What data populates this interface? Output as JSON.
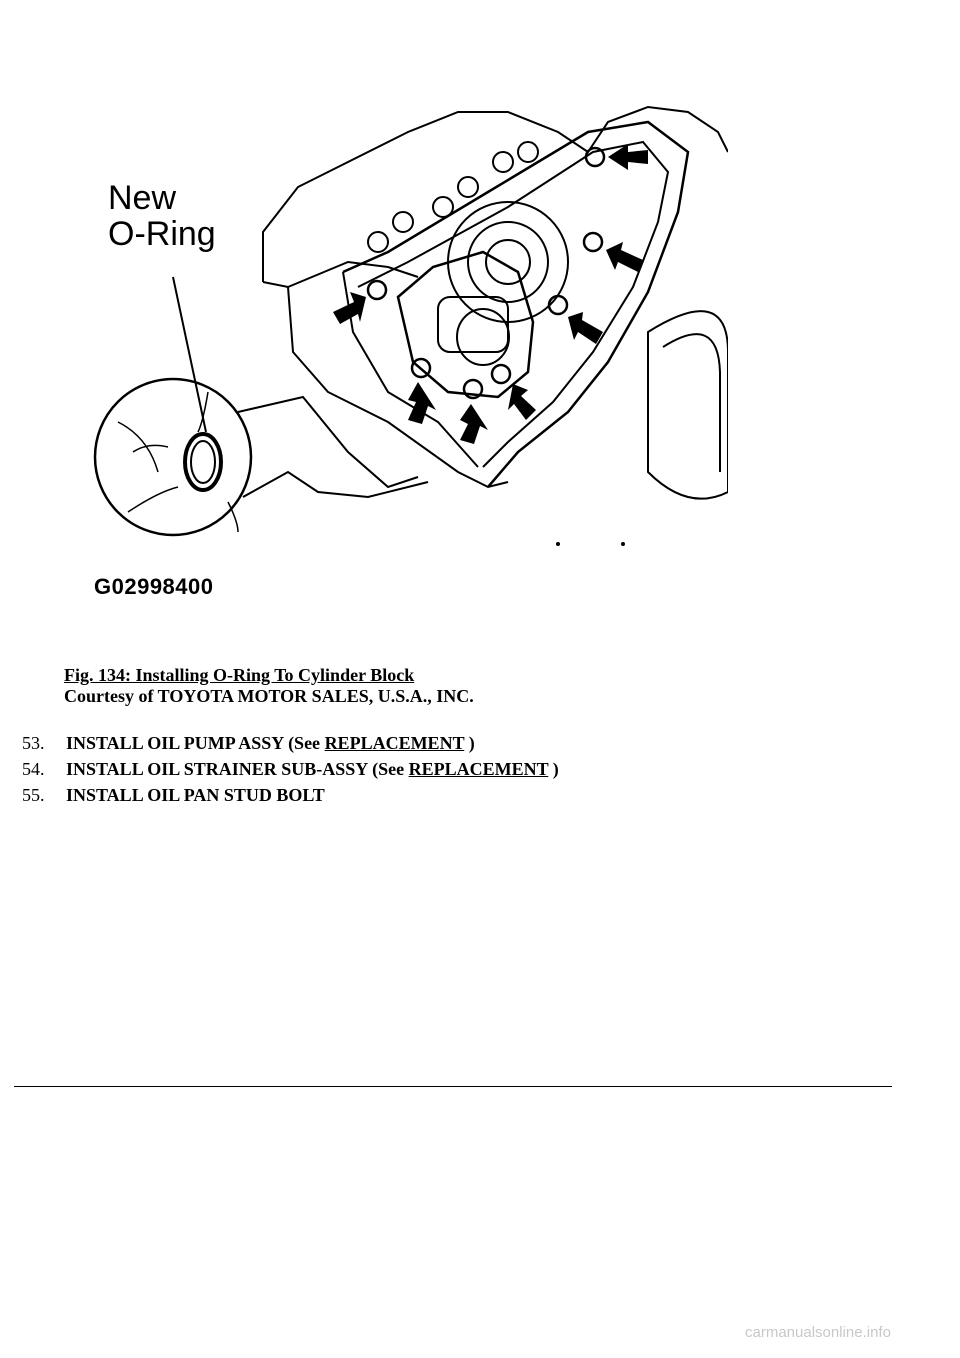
{
  "figure": {
    "label_line1": "New",
    "label_line2": "O-Ring",
    "code": "G02998400"
  },
  "caption": {
    "title": "Fig. 134: Installing O-Ring To Cylinder Block",
    "credit": "Courtesy of TOYOTA MOTOR SALES, U.S.A., INC."
  },
  "steps": [
    {
      "num": "53.",
      "text": "INSTALL OIL PUMP ASSY (See ",
      "link": "REPLACEMENT",
      "tail": " )"
    },
    {
      "num": "54.",
      "text": "INSTALL OIL STRAINER SUB-ASSY (See ",
      "link": "REPLACEMENT",
      "tail": " )"
    },
    {
      "num": "55.",
      "text": "INSTALL OIL PAN STUD BOLT",
      "link": "",
      "tail": ""
    }
  ],
  "watermark": "carmanualsonline.info"
}
